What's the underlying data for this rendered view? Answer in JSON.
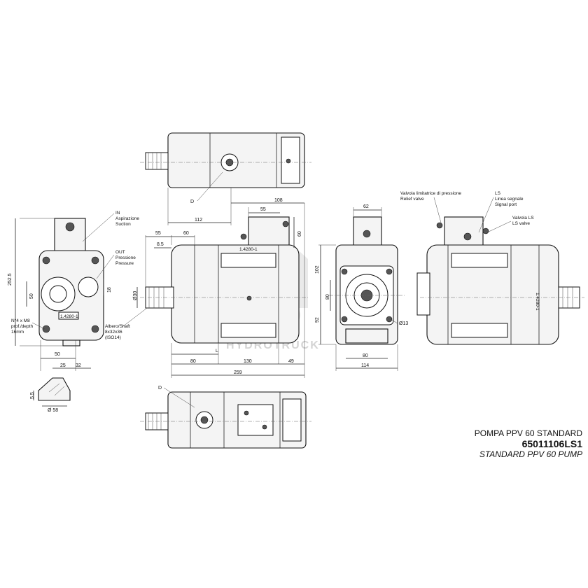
{
  "title_block": {
    "line1": "POMPA PPV 60 STANDARD",
    "code": "65011106LS1",
    "line3": "STANDARD PPV 60 PUMP"
  },
  "watermark": "HYDROTRUCK",
  "callouts": {
    "in_port": [
      "IN",
      "Aspirazione",
      "Suction"
    ],
    "out_port": [
      "OUT",
      "Pressione",
      "Pressure"
    ],
    "holes": [
      "N°4 x M8",
      "prof./depth",
      "16mm"
    ],
    "shaft": [
      "Albero/Shaft",
      "8x32x36",
      "(ISO14)"
    ],
    "relief_valve": [
      "Valvola limitatrice di pressione",
      "Relief valve"
    ],
    "ls_port": [
      "LS",
      "Linea segnale",
      "Signal port"
    ],
    "ls_valve": [
      "Valvola LS",
      "LS valve"
    ],
    "detail_top": "D",
    "detail_bottom": "D",
    "plate_left": "1.4280-1",
    "plate_front": "1.4280-1",
    "plate_side": "1.4280-1",
    "length_mark": "L"
  },
  "dimensions": {
    "d252_5": "252.5",
    "d50_left": "50",
    "d18": "18",
    "d50_bottom": "50",
    "d25": "25",
    "d32": "32",
    "d5_5": "5.5",
    "d58": "Ø 58",
    "d112": "112",
    "d108": "108",
    "d55_top": "55",
    "d60_v": "60",
    "d55": "55",
    "d60": "60",
    "d8_5": "8.5",
    "d80_shaft": "Ø30",
    "d80": "80",
    "d130": "130",
    "d49": "49",
    "d259": "259",
    "d62": "62",
    "d102": "102",
    "d80_front": "80",
    "d92": "92",
    "d13": "Ø13",
    "d80_front_b": "80",
    "d114": "114"
  }
}
